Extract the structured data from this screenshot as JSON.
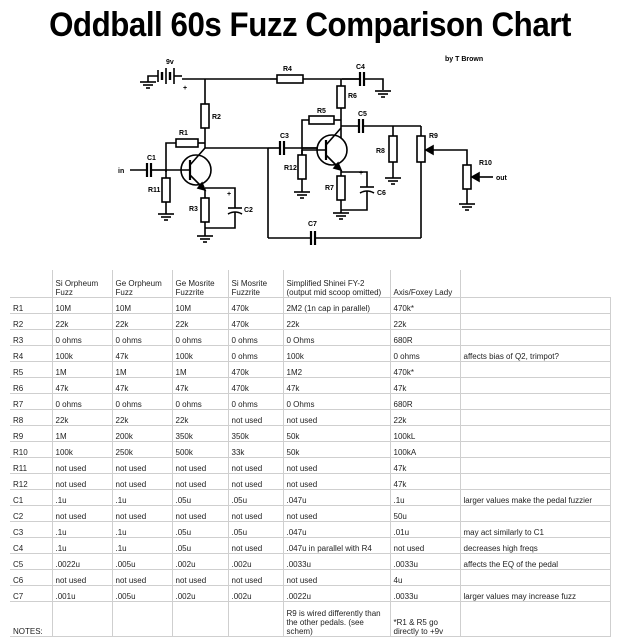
{
  "title": "Oddball 60s Fuzz Comparison Chart",
  "byline": "by T Brown",
  "schematic": {
    "battery_label": "9v",
    "battery_polarity": "+",
    "input_label": "in",
    "output_label": "out",
    "components": {
      "R1": "R1",
      "R2": "R2",
      "R3": "R3",
      "R4": "R4",
      "R5": "R5",
      "R6": "R6",
      "R7": "R7",
      "R8": "R8",
      "R9": "R9",
      "R10": "R10",
      "R11": "R11",
      "R12": "R12",
      "C1": "C1",
      "C2": "C2",
      "C3": "C3",
      "C4": "C4",
      "C5": "C5",
      "C6": "C6",
      "C7": "C7"
    }
  },
  "table": {
    "columns": [
      "",
      "Si Orpheum Fuzz",
      "Ge Orpheum Fuzz",
      "Ge Mosrite Fuzzrite",
      "Si Mosrite Fuzzrite",
      "Simplified Shinei FY-2 (output mid scoop omitted)",
      "Axis/Foxey Lady",
      ""
    ],
    "rows": [
      {
        "part": "R1",
        "values": [
          "10M",
          "10M",
          "10M",
          "470k",
          "2M2 (1n cap in parallel)",
          "470k*",
          ""
        ]
      },
      {
        "part": "R2",
        "values": [
          "22k",
          "22k",
          "22k",
          "470k",
          "22k",
          "22k",
          ""
        ]
      },
      {
        "part": "R3",
        "values": [
          "0 ohms",
          "0 ohms",
          "0 ohms",
          "0 ohms",
          "0 Ohms",
          "680R",
          ""
        ]
      },
      {
        "part": "R4",
        "values": [
          "100k",
          "47k",
          "100k",
          "0 ohms",
          "100k",
          "0 ohms",
          "affects bias of Q2, trimpot?"
        ]
      },
      {
        "part": "R5",
        "values": [
          "1M",
          "1M",
          "1M",
          "470k",
          "1M2",
          "470k*",
          ""
        ]
      },
      {
        "part": "R6",
        "values": [
          "47k",
          "47k",
          "47k",
          "470k",
          "47k",
          "47k",
          ""
        ]
      },
      {
        "part": "R7",
        "values": [
          "0 ohms",
          "0 ohms",
          "0 ohms",
          "0 ohms",
          "0 Ohms",
          "680R",
          ""
        ]
      },
      {
        "part": "R8",
        "values": [
          "22k",
          "22k",
          "22k",
          "not used",
          "not used",
          "22k",
          ""
        ]
      },
      {
        "part": "R9",
        "values": [
          "1M",
          "200k",
          "350k",
          "350k",
          "50k",
          "100kL",
          ""
        ]
      },
      {
        "part": "R10",
        "values": [
          "100k",
          "250k",
          "500k",
          "33k",
          "50k",
          "100kA",
          ""
        ]
      },
      {
        "part": "R11",
        "values": [
          "not used",
          "not used",
          "not used",
          "not used",
          "not used",
          "47k",
          ""
        ]
      },
      {
        "part": "R12",
        "values": [
          "not used",
          "not used",
          "not used",
          "not used",
          "not used",
          "47k",
          ""
        ]
      },
      {
        "part": "C1",
        "values": [
          ".1u",
          ".1u",
          ".05u",
          ".05u",
          ".047u",
          ".1u",
          "larger values make the pedal fuzzier"
        ]
      },
      {
        "part": "C2",
        "values": [
          "not used",
          "not used",
          "not used",
          "not used",
          "not used",
          "50u",
          ""
        ]
      },
      {
        "part": "C3",
        "values": [
          ".1u",
          ".1u",
          ".05u",
          ".05u",
          ".047u",
          ".01u",
          "may act similarly to C1"
        ]
      },
      {
        "part": "C4",
        "values": [
          ".1u",
          ".1u",
          ".05u",
          "not used",
          ".047u in parallel with R4",
          "not used",
          "decreases high freqs"
        ]
      },
      {
        "part": "C5",
        "values": [
          ".0022u",
          ".005u",
          ".002u",
          ".002u",
          ".0033u",
          ".0033u",
          "affects the EQ of the pedal"
        ]
      },
      {
        "part": "C6",
        "values": [
          "not used",
          "not used",
          "not used",
          "not used",
          "not used",
          "4u",
          ""
        ]
      },
      {
        "part": "C7",
        "values": [
          ".001u",
          ".005u",
          ".002u",
          ".002u",
          ".0022u",
          ".0033u",
          "larger values may increase fuzz"
        ]
      }
    ],
    "notes": {
      "label": "NOTES:",
      "values": [
        "",
        "",
        "",
        "",
        "R9 is wired differently than the other pedals. (see schem)",
        "*R1 & R5 go directly to +9v",
        ""
      ]
    }
  }
}
